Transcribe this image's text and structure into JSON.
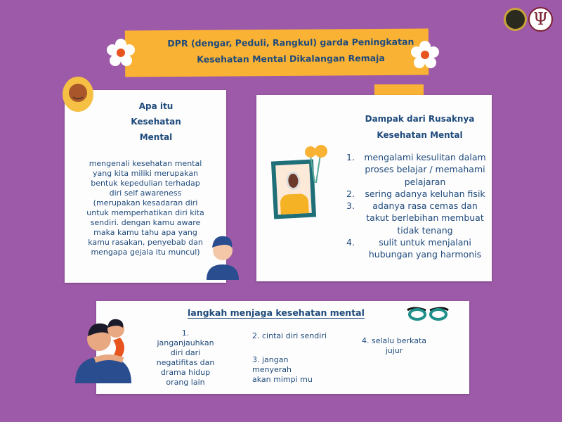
{
  "banner": {
    "line1": "DPR (dengar, Peduli, Rangkul) garda  Peningkatan",
    "line2": "Kesehatan Mental Dikalangan Remaja"
  },
  "logos": {
    "psi_symbol": "Ψ"
  },
  "left_card": {
    "title": [
      "Apa itu",
      "Kesehatan",
      "Mental"
    ],
    "body": [
      "mengenali kesehatan mental",
      "yang kita miliki merupakan",
      "bentuk kepedulian terhadap",
      "diri self awareness",
      "(merupakan kesadaran diri",
      "untuk memperhatikan diri kita",
      "sendiri. dengan kamu aware",
      "maka kamu tahu apa yang",
      "kamu rasakan, penyebab dan",
      "mengapa gejala itu muncul)"
    ]
  },
  "right_card": {
    "title": [
      "Dampak dari Rusaknya",
      "Kesehatan Mental"
    ],
    "items": [
      {
        "num": "1.",
        "lines": [
          "mengalami kesulitan dalam",
          "proses belajar / memahami",
          "pelajaran"
        ]
      },
      {
        "num": "2.",
        "lines": [
          "sering adanya keluhan fisik"
        ]
      },
      {
        "num": "3.",
        "lines": [
          "adanya rasa cemas dan",
          "takut berlebihan membuat",
          "tidak tenang"
        ]
      },
      {
        "num": "4.",
        "lines": [
          "sulit untuk menjalani",
          "hubungan yang harmonis"
        ]
      }
    ]
  },
  "bottom_card": {
    "title": "langkah menjaga kesehatan mental",
    "step1": [
      "1.  janganjauhkan",
      "diri dari",
      "negatifitas dan",
      "drama hidup",
      "orang lain"
    ],
    "step2": "2. cintai diri sendiri",
    "step3": [
      "3. jangan menyerah",
      "akan mimpi mu"
    ],
    "step4": [
      "4. selalu berkata",
      "jujur"
    ]
  },
  "colors": {
    "background": "#9d5aa8",
    "banner": "#f9b233",
    "text": "#1f4a7c",
    "accent_orange": "#e8541e",
    "teal": "#1f8f8a"
  }
}
